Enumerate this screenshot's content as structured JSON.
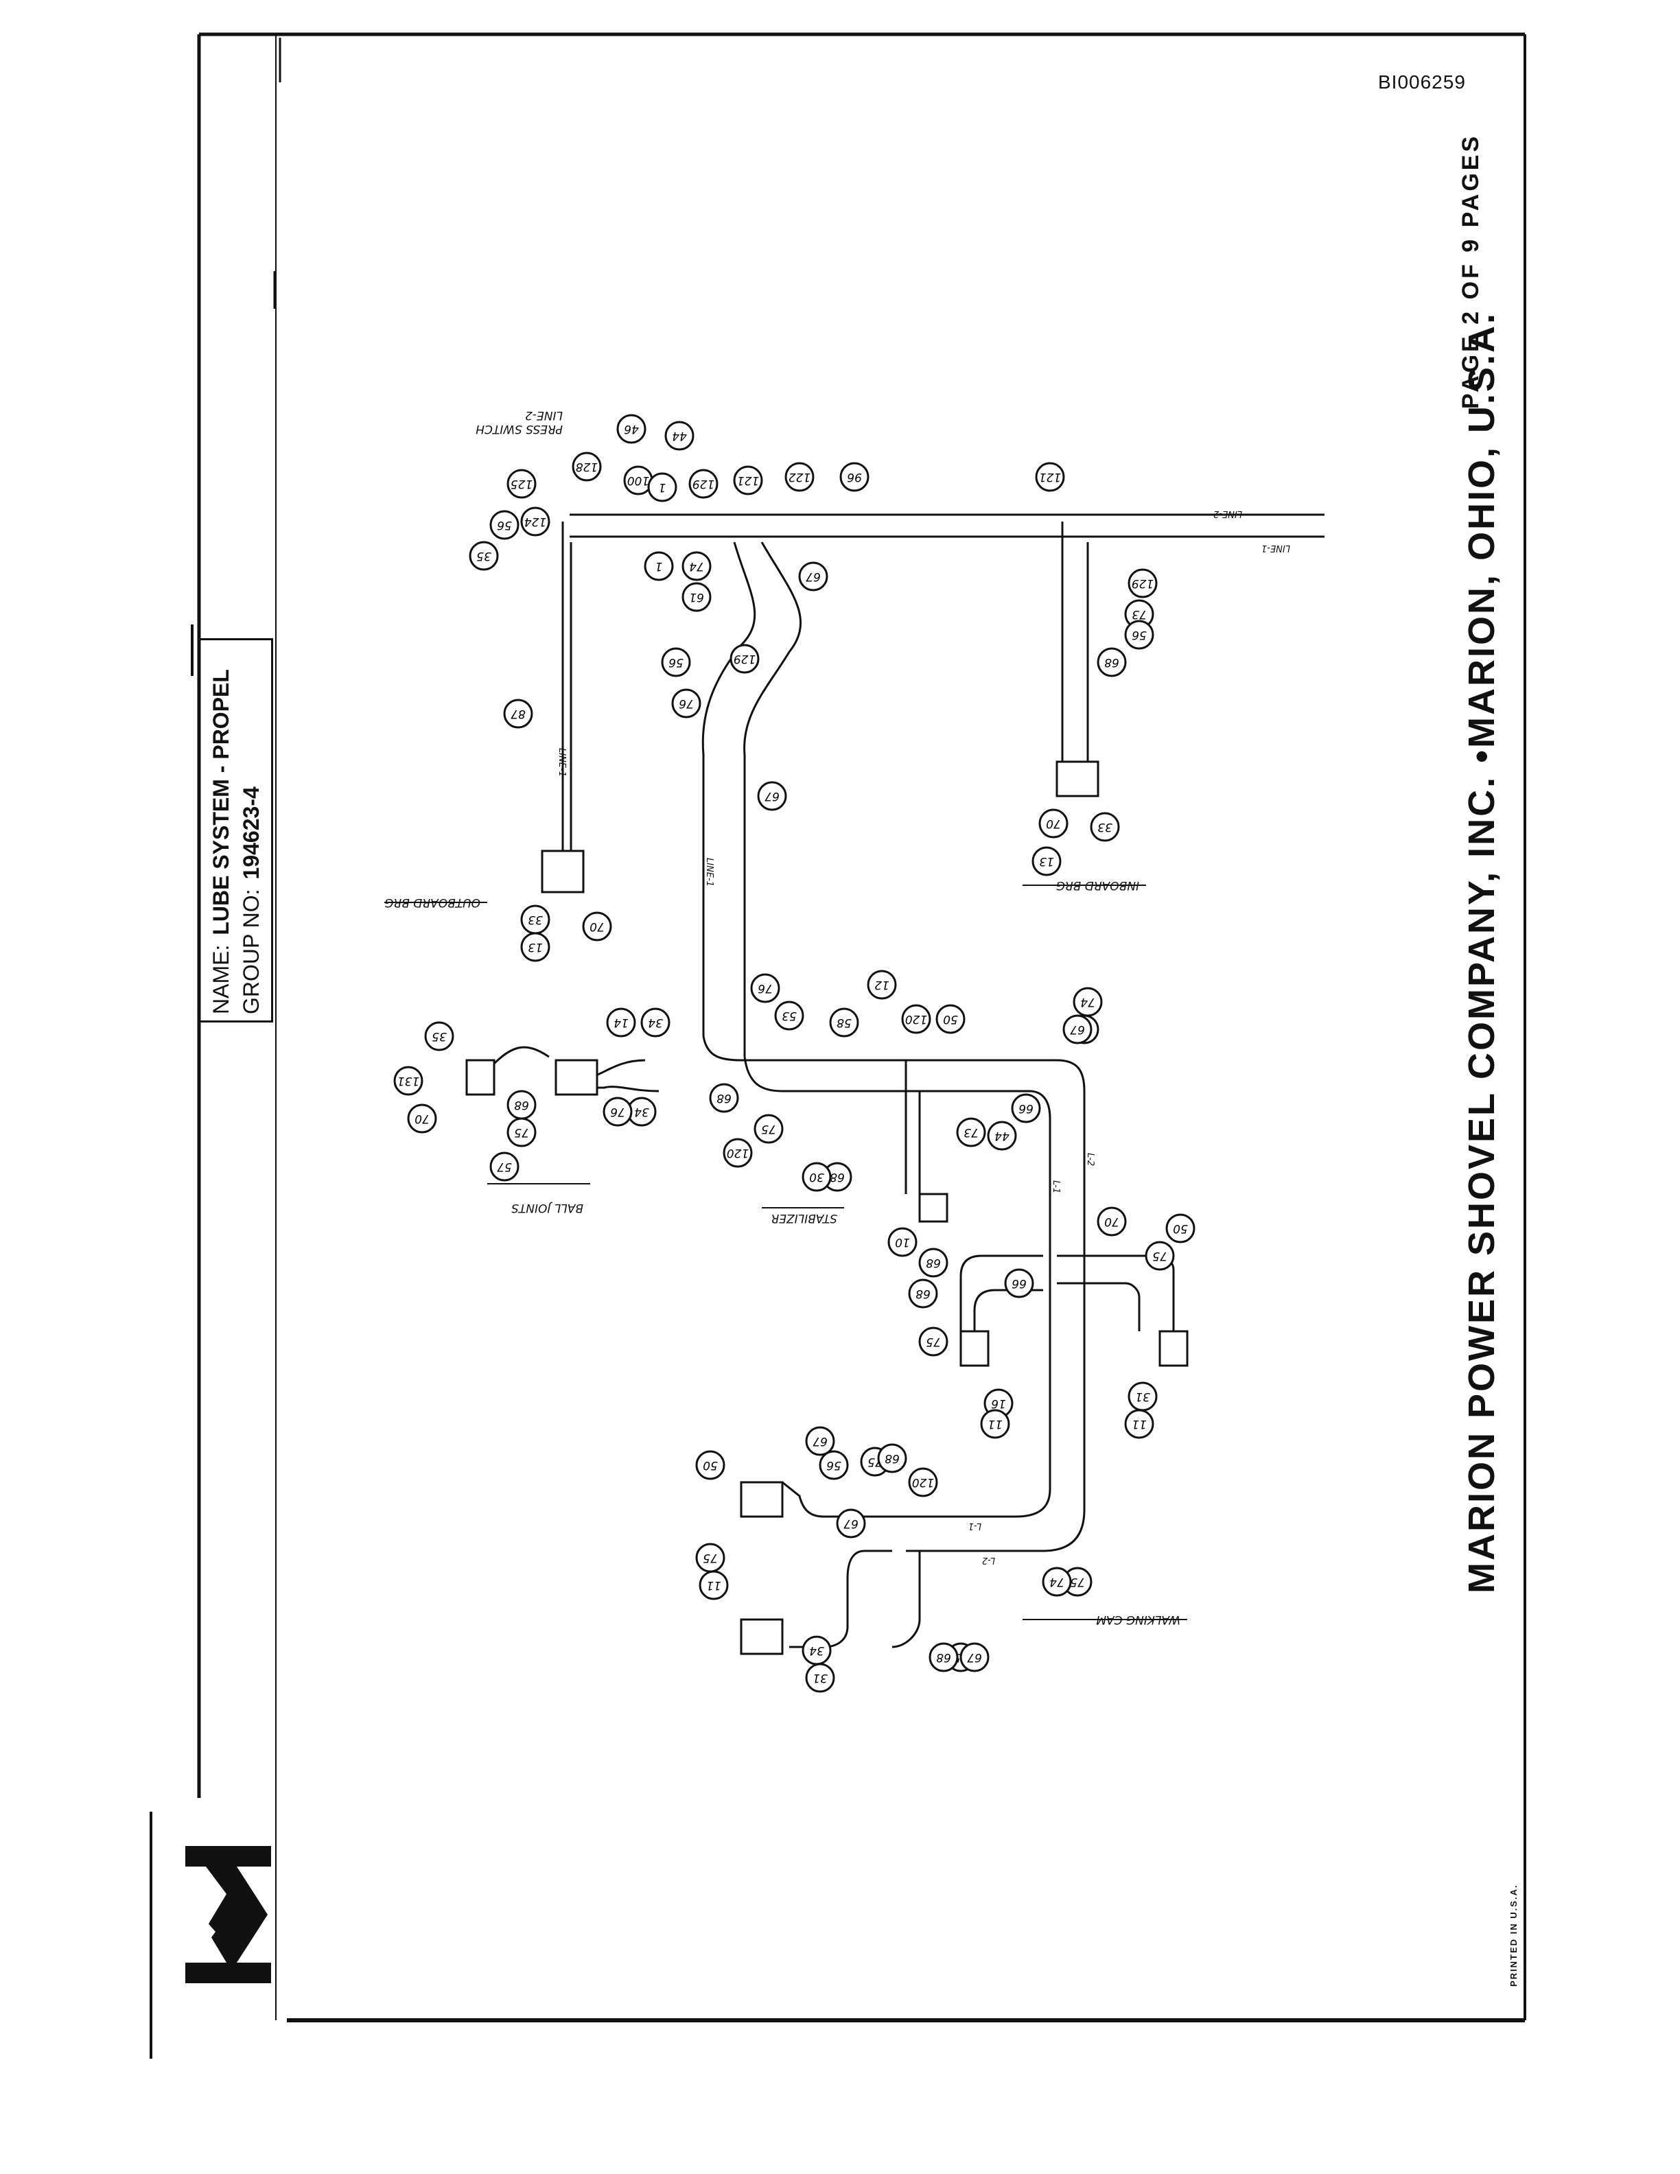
{
  "document": {
    "doc_id": "BI006259",
    "page_of": "PAGE 2 OF 9 PAGES",
    "company": "MARION POWER SHOVEL COMPANY, INC. •MARION, OHIO, U.S.A.",
    "printed": "PRINTED IN U.S.A."
  },
  "title_block": {
    "name_label": "NAME:",
    "name_value": "LUBE SYSTEM - PROPEL",
    "group_label": "GROUP NO:",
    "group_value": "194623-4"
  },
  "logo": {
    "name": "marion-m-logo",
    "letter": "M"
  },
  "diagram": {
    "section_labels": [
      "PRESS SWITCH",
      "LINE-2",
      "OUTBOARD BRG",
      "INBOARD BRG",
      "BALL JOINTS",
      "STABILIZER",
      "WALKING CAM"
    ],
    "line_labels": [
      "LINE-1",
      "LINE-2",
      "L-1",
      "L-2"
    ],
    "callouts": [
      "44",
      "46",
      "128",
      "100",
      "1",
      "129",
      "121",
      "122",
      "96",
      "121",
      "125",
      "124",
      "56",
      "35",
      "1",
      "74",
      "61",
      "67",
      "129",
      "56",
      "76",
      "87",
      "129",
      "73",
      "56",
      "68",
      "33",
      "70",
      "13",
      "13",
      "33",
      "70",
      "67",
      "76",
      "53",
      "58",
      "12",
      "120",
      "50",
      "74",
      "67",
      "34",
      "14",
      "35",
      "131",
      "70",
      "68",
      "75",
      "57",
      "34",
      "76",
      "68",
      "75",
      "120",
      "66",
      "44",
      "73",
      "68",
      "30",
      "10",
      "70",
      "50",
      "75",
      "68",
      "68",
      "75",
      "67",
      "66",
      "16",
      "11",
      "31",
      "11",
      "67",
      "56",
      "75",
      "68",
      "120",
      "50",
      "67",
      "75",
      "11",
      "31",
      "34",
      "75",
      "68",
      "75",
      "74",
      "67"
    ]
  }
}
